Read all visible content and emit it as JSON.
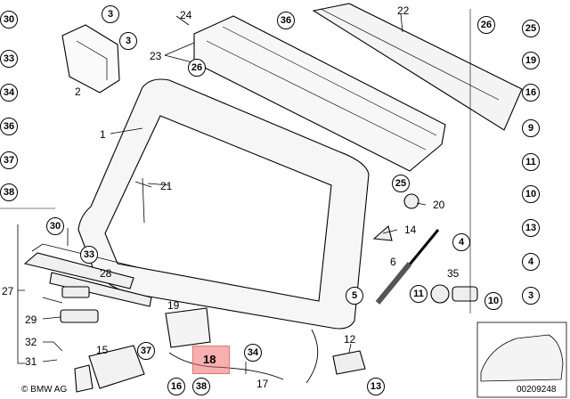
{
  "parts": {
    "c3a": "3",
    "c3b": "3",
    "c36": "36",
    "c22": "22",
    "c24": "24",
    "c23": "23",
    "c26a": "26",
    "c1": "1",
    "c21": "21",
    "c2": "2",
    "l30": "30",
    "l33": "33",
    "l34": "34",
    "l36": "36",
    "l37": "37",
    "l38": "38",
    "r26": "26",
    "r25": "25",
    "r19": "19",
    "r16": "16",
    "r9": "9",
    "r11": "11",
    "r10": "10",
    "r13": "13",
    "r4": "4",
    "r3": "3",
    "c30": "30",
    "c33": "33",
    "c28": "28",
    "c27": "27",
    "c29": "29",
    "c32": "32",
    "c31": "31",
    "c15": "15",
    "c37": "37",
    "c16": "16",
    "c38": "38",
    "c19": "19",
    "c18": "18",
    "c34": "34",
    "c17": "17",
    "c25": "25",
    "c20": "20",
    "c14": "14",
    "c4": "4",
    "c6": "6",
    "c35": "35",
    "c5": "5",
    "c11": "11",
    "c10": "10",
    "c12": "12",
    "c13": "13"
  },
  "highlighted_part": "18",
  "credit": "© BMW AG",
  "diagram_id": "00209248"
}
